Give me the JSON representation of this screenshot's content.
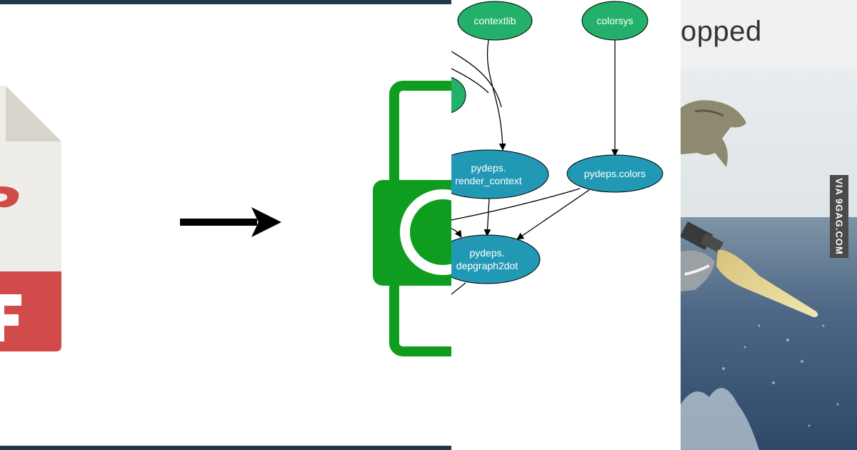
{
  "graph": {
    "nodes": [
      {
        "id": "contextlib",
        "lines": [
          "contextlib"
        ],
        "color": "#22b06a"
      },
      {
        "id": "colorsys",
        "lines": [
          "colorsys"
        ],
        "color": "#22b06a"
      },
      {
        "id": "render_context",
        "lines": [
          "pydeps.",
          "render_context"
        ],
        "color": "#2199b5"
      },
      {
        "id": "colors",
        "lines": [
          "pydeps.colors"
        ],
        "color": "#2199b5"
      },
      {
        "id": "depgraph2dot",
        "lines": [
          "pydeps.",
          "depgraph2dot"
        ],
        "color": "#2199b5"
      }
    ]
  },
  "meme": {
    "caption": "opped",
    "watermark": "VIA 9GAG.COM"
  },
  "colors": {
    "bar": "#1f3b48",
    "pdf_red": "#d14b4b",
    "file_gray": "#eeede9",
    "file_fold": "#d8d4cc",
    "green": "#0f9d1f",
    "node_green": "#22b06a",
    "node_blue": "#2199b5"
  }
}
